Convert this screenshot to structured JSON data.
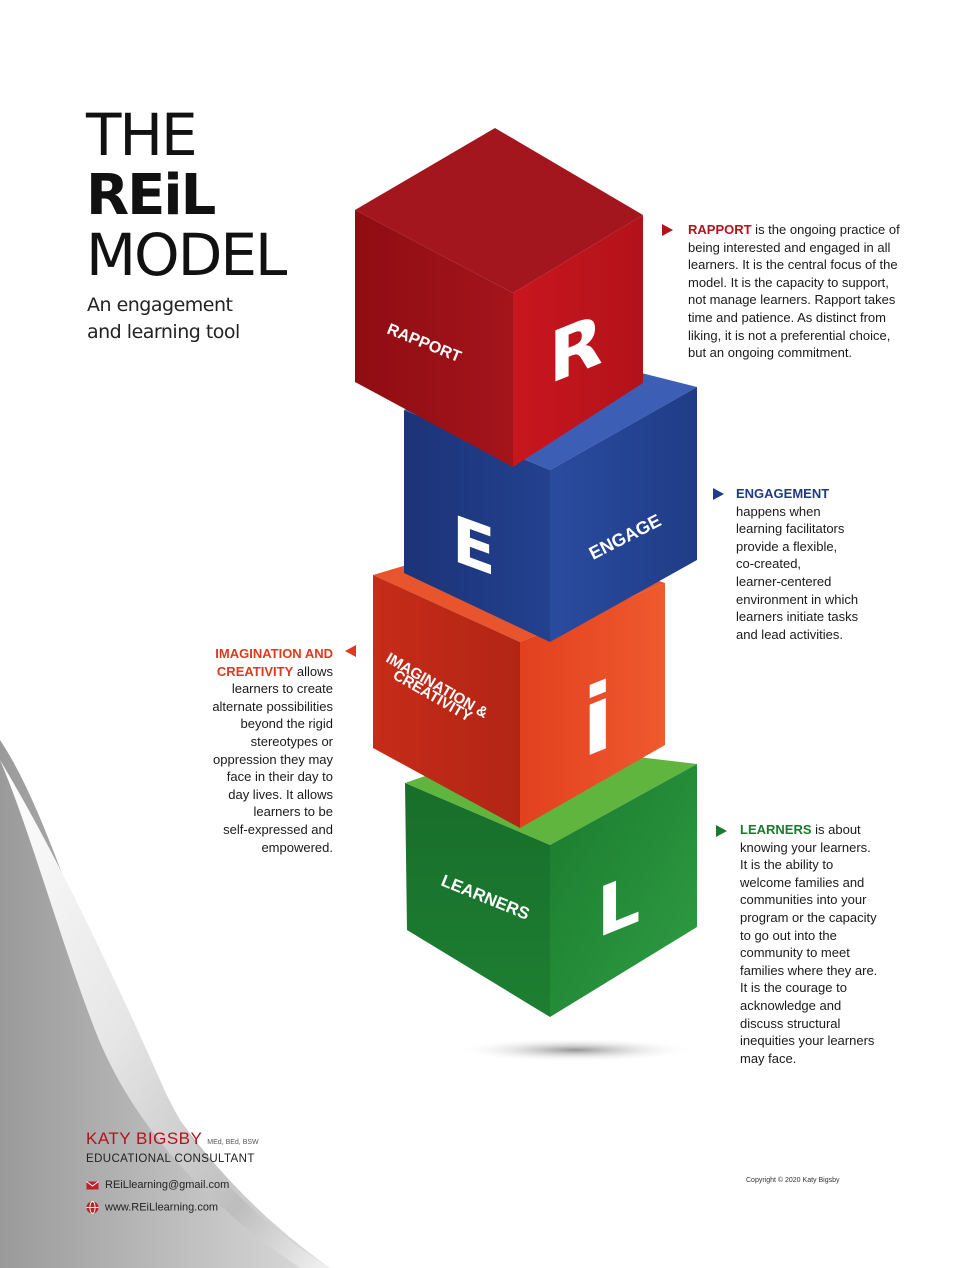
{
  "title": {
    "line1": "THE",
    "line2": "REiL",
    "line3": "MODEL"
  },
  "subtitle": {
    "line1": "An engagement",
    "line2": "and learning tool"
  },
  "colors": {
    "rapport": "#b5121b",
    "engage": "#1f3a8a",
    "imagination": "#e03a1c",
    "learners": "#1a7a2e"
  },
  "cubes": [
    {
      "letter": "R",
      "label": "RAPPORT"
    },
    {
      "letter": "E",
      "label": "ENGAGE"
    },
    {
      "letter": "i",
      "label_line1": "IMAGINATION &",
      "label_line2": "CREATIVITY"
    },
    {
      "letter": "L",
      "label": "LEARNERS"
    }
  ],
  "descriptions": {
    "rapport": {
      "keyword": "RAPPORT",
      "lines": [
        " is the ongoing practice of",
        "being interested and engaged in all",
        "learners. It is the central focus of the",
        "model. It is the capacity to support,",
        "not manage learners. Rapport takes",
        "time and patience. As distinct from",
        "liking, it is not a preferential choice,",
        "but an ongoing commitment."
      ]
    },
    "engagement": {
      "keyword": "ENGAGEMENT",
      "lines": [
        "happens when",
        "learning facilitators",
        "provide a flexible,",
        "co-created,",
        "learner-centered",
        "environment in which",
        "learners initiate tasks",
        "and lead activities."
      ]
    },
    "imagination": {
      "keyword_line1": "IMAGINATION AND",
      "keyword_line2": "CREATIVITY",
      "line2_rest": " allows",
      "lines": [
        "learners to create",
        "alternate possibilities",
        "beyond the rigid",
        "stereotypes or",
        "oppression they may",
        "face in their day to",
        "day lives. It allows",
        "learners to be",
        "self-expressed and",
        "empowered."
      ]
    },
    "learners": {
      "keyword": "LEARNERS",
      "line1_rest": " is about",
      "lines": [
        "knowing your learners.",
        "It is the ability to",
        "welcome families and",
        "communities into your",
        "program or the capacity",
        "to go out into the",
        "community to meet",
        "families where they are.",
        "It is the courage to",
        "acknowledge and",
        "discuss structural",
        "inequities your learners",
        "may face."
      ]
    }
  },
  "author": {
    "name": "KATY BIGSBY",
    "credentials": "MEd, BEd, BSW",
    "role": "EDUCATIONAL CONSULTANT",
    "email": "REiLlearning@gmail.com",
    "website": "www.REiLlearning.com",
    "email_icon": "envelope-icon",
    "website_icon": "globe-icon"
  },
  "copyright": "Copyright © 2020 Katy Bigsby"
}
